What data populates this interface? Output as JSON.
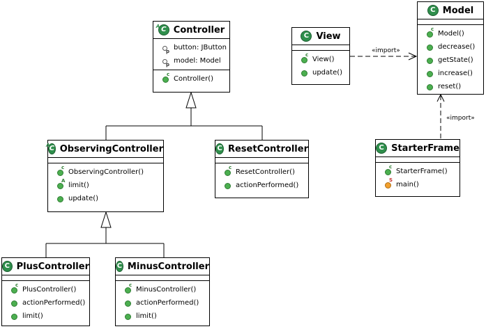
{
  "classes": {
    "controller": {
      "name": "Controller",
      "attributes": [
        "button: JButton",
        "model: Model"
      ],
      "operations": [
        "Controller()"
      ]
    },
    "observing_controller": {
      "name": "ObservingController",
      "operations": [
        "ObservingController()",
        "limit()",
        "update()"
      ]
    },
    "reset_controller": {
      "name": "ResetController",
      "operations": [
        "ResetController()",
        "actionPerformed()"
      ]
    },
    "plus_controller": {
      "name": "PlusController",
      "operations": [
        "PlusController()",
        "actionPerformed()",
        "limit()"
      ]
    },
    "minus_controller": {
      "name": "MinusController",
      "operations": [
        "MinusController()",
        "actionPerformed()",
        "limit()"
      ]
    },
    "view": {
      "name": "View",
      "operations": [
        "View()",
        "update()"
      ]
    },
    "model": {
      "name": "Model",
      "operations": [
        "Model()",
        "decrease()",
        "getState()",
        "increase()",
        "reset()"
      ]
    },
    "starter_frame": {
      "name": "StarterFrame",
      "operations": [
        "StarterFrame()",
        "main()"
      ]
    }
  },
  "dependencies": {
    "view_to_model": "«import»",
    "starter_to_model": "«import»"
  },
  "icons": {
    "class_icon": "class-icon",
    "abstract_class_icon": "abstract-class-icon",
    "method_icon": "method-icon",
    "field_icon": "field-icon",
    "static_method_icon": "static-method-icon"
  },
  "colors": {
    "icon_green": "#2f8f4c",
    "line": "#000000",
    "background": "#ffffff"
  }
}
